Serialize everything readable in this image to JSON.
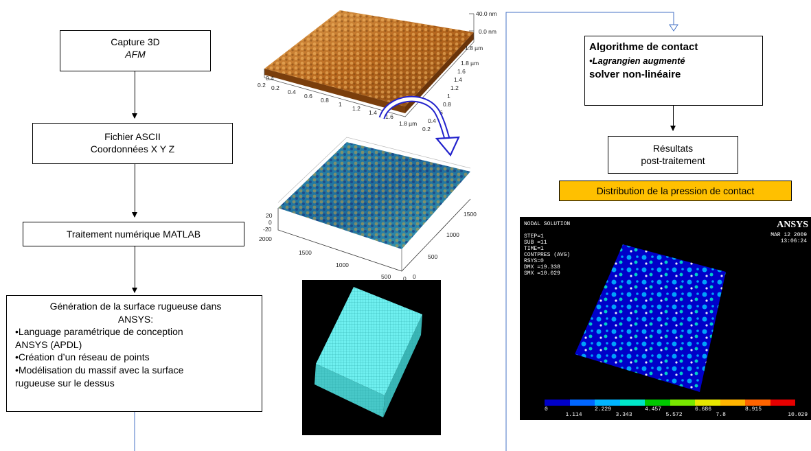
{
  "flow_left": {
    "capture": {
      "line1": "Capture 3D",
      "line2": "AFM"
    },
    "ascii": {
      "line1": "Fichier ASCII",
      "line2": "Coordonnées X Y Z"
    },
    "matlab": {
      "label": "Traitement numérique MATLAB"
    },
    "generation": {
      "title1": "Génération de la surface rugueuse  dans",
      "title2": "ANSYS:",
      "b1a": "•Language paramétrique de conception",
      "b1b": "ANSYS (APDL)",
      "b2": "•Création d’un réseau de points",
      "b3a": "•Modélisation du massif avec la surface",
      "b3b": "rugueuse  sur le dessus"
    }
  },
  "flow_right": {
    "algo": {
      "line1": "Algorithme de contact",
      "line2": "•Lagrangien augmenté",
      "line3": "solver non-linéaire"
    },
    "results": {
      "line1": "Résultats",
      "line2": "post-traitement"
    },
    "pressure": {
      "label": "Distribution de la pression de contact"
    }
  },
  "afm_plot": {
    "z_labels": [
      "40.0 nm",
      "0.0 nm"
    ],
    "y_labels": [
      "1.8 µm",
      "1.8 µm",
      "1.6",
      "1.4",
      "1.2",
      "1",
      "0.8",
      "0.6",
      "0.4",
      "0.2"
    ],
    "x_labels": [
      "0.2",
      "0.4",
      "0.6",
      "0.8",
      "1",
      "1.2",
      "1.4",
      "1.6",
      "1.8 µm"
    ],
    "left_labels": [
      "0.4",
      "0.2"
    ]
  },
  "matlab_plot": {
    "z_ticks": [
      "20",
      "0",
      "-20"
    ],
    "x_ticks": [
      "2000",
      "1500",
      "1000",
      "500",
      "0"
    ],
    "y_ticks": [
      "1500",
      "1000",
      "500",
      "0"
    ]
  },
  "ansys_result": {
    "logo": "ANSYS",
    "header_lines": [
      "NODAL SOLUTION",
      "",
      "STEP=1",
      "SUB =11",
      "TIME=1",
      "CONTPRES (AVG)",
      "RSYS=0",
      "DMX =19.338",
      "SMX =10.029"
    ],
    "date": "MAR 12 2009",
    "time": "13:06:24",
    "scale_top": [
      "0",
      "2.229",
      "4.457",
      "6.686",
      "8.915"
    ],
    "scale_bottom": [
      "1.114",
      "3.343",
      "5.572",
      "7.8",
      "10.029"
    ],
    "scale_colors": [
      "#0000c8",
      "#0066ff",
      "#00b4ff",
      "#00e6c8",
      "#00c800",
      "#78e600",
      "#e6e600",
      "#ffb400",
      "#ff6400",
      "#e60000"
    ]
  },
  "colors": {
    "highlight": "#ffc000",
    "connector": "#4472c4",
    "blue_arrow": "#2222cc"
  }
}
